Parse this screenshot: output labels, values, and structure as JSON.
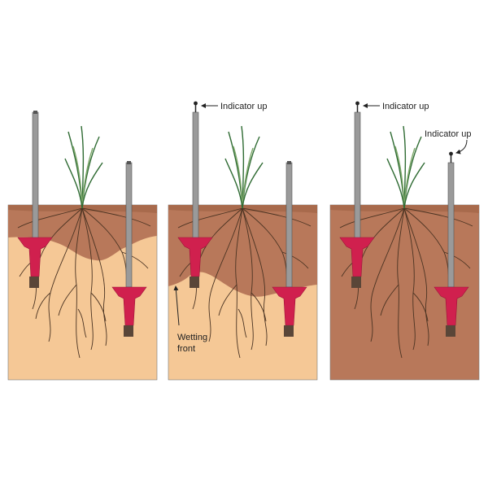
{
  "colors": {
    "dry_soil": "#f5c896",
    "wet_soil": "#b8785a",
    "wet_soil_top": "#a86a4c",
    "root": "#4a3322",
    "grass": "#2f6b33",
    "grass_light": "#7da86a",
    "probe_rod": "#9a9a9a",
    "probe_outline": "#555555",
    "funnel": "#d0204e",
    "funnel_dark": "#9c1538",
    "tip": "#5a4638"
  },
  "labels": {
    "indicator_up_1": "Indicator up",
    "indicator_up_2": "Indicator up",
    "indicator_up_3": "Indicator up",
    "wetting_front_line1": "Wetting",
    "wetting_front_line2": "front"
  },
  "panels": [
    {
      "id": "panel-1",
      "description_state": "shallow-wet"
    },
    {
      "id": "panel-2",
      "description_state": "deeper-wet"
    },
    {
      "id": "panel-3",
      "description_state": "fully-wet"
    }
  ]
}
